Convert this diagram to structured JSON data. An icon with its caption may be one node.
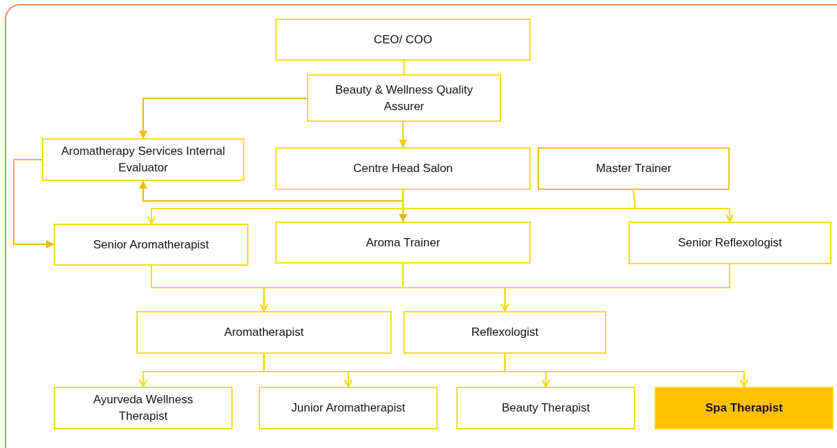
{
  "diagram": {
    "nodes": [
      {
        "text": [
          "CEO/ COO"
        ]
      },
      {
        "text": [
          "Beauty & Wellness Quality Assurer"
        ]
      },
      {
        "text": [
          "Aromatherapy Services Internal Evaluator"
        ]
      },
      {
        "text": [
          "Centre Head Salon"
        ]
      },
      {
        "text": [
          "Master Trainer"
        ]
      },
      {
        "text": [
          "Senior Aromatherapist"
        ]
      },
      {
        "text": [
          "Aroma Trainer"
        ]
      },
      {
        "text": [
          "Senior Reflexologist"
        ]
      },
      {
        "text": [
          "Aromatherapist"
        ]
      },
      {
        "text": [
          "Reflexologist"
        ]
      },
      {
        "text": [
          "Ayurveda Wellness Therapist"
        ]
      },
      {
        "text": [
          "Junior Aromatherapist"
        ]
      },
      {
        "text": [
          "Beauty Therapist"
        ]
      },
      {
        "text": [
          "Spa Therapist"
        ]
      }
    ],
    "edges": [
      {
        "from": 0,
        "to": 1,
        "arrow": "none"
      },
      {
        "from": 1,
        "to": 2,
        "arrow": "to",
        "color": "#f5b800"
      },
      {
        "from": 1,
        "to": 3,
        "arrow": "to",
        "color": "#f5c800"
      },
      {
        "from": 3,
        "to": 6,
        "arrow": "to",
        "color": "#f5b800"
      },
      {
        "from": 3,
        "to": 2,
        "arrow": "to",
        "color": "#f5b800"
      },
      {
        "from": 3,
        "to": 5,
        "arrow": "to"
      },
      {
        "from": 3,
        "to": 7,
        "arrow": "to"
      },
      {
        "from": 4,
        "to": 5,
        "arrow": "to"
      },
      {
        "from": 4,
        "to": 7,
        "arrow": "to"
      },
      {
        "from": 2,
        "to": 5,
        "arrow": "to",
        "color": "#f5b800"
      },
      {
        "from": 5,
        "to": 8,
        "arrow": "to"
      },
      {
        "from": 5,
        "to": 9,
        "arrow": "to"
      },
      {
        "from": 6,
        "to": 8,
        "arrow": "to"
      },
      {
        "from": 6,
        "to": 9,
        "arrow": "to"
      },
      {
        "from": 7,
        "to": 8,
        "arrow": "to"
      },
      {
        "from": 7,
        "to": 9,
        "arrow": "to"
      },
      {
        "from": 8,
        "to": 10,
        "arrow": "to"
      },
      {
        "from": 8,
        "to": 11,
        "arrow": "to"
      },
      {
        "from": 8,
        "to": 12,
        "arrow": "to"
      },
      {
        "from": 8,
        "to": 13,
        "arrow": "to"
      },
      {
        "from": 9,
        "to": 10,
        "arrow": "to"
      },
      {
        "from": 9,
        "to": 11,
        "arrow": "to"
      },
      {
        "from": 9,
        "to": 12,
        "arrow": "to"
      },
      {
        "from": 9,
        "to": 13,
        "arrow": "to"
      }
    ]
  }
}
